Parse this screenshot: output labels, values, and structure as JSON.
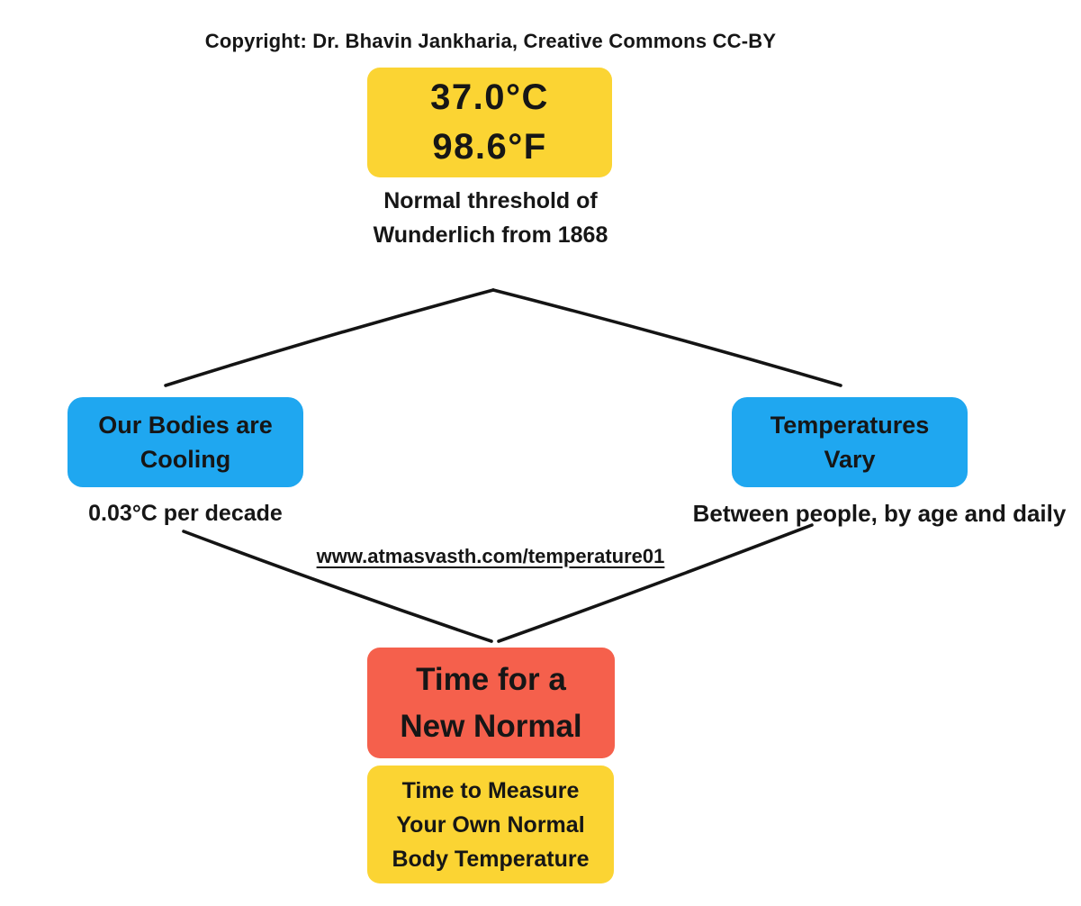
{
  "page": {
    "copyright": "Copyright: Dr. Bhavin Jankharia, Creative Commons CC-BY",
    "link_url": "www.atmasvasth.com/temperature01"
  },
  "colors": {
    "yellow": "#FBD433",
    "blue": "#1FA7F0",
    "red": "#F5604C",
    "ink": "#161616",
    "background": "#FFFFFF"
  },
  "diagram": {
    "threshold_box": {
      "value_celsius": "37.0°C",
      "value_fahrenheit": "98.6°F",
      "caption": "Normal threshold of Wunderlich from 1868"
    },
    "cooling_box": {
      "label": "Our Bodies are Cooling",
      "caption": "0.03°C per decade"
    },
    "vary_box": {
      "label": "Temperatures Vary",
      "caption": "Between people, by age and daily"
    },
    "new_normal_box": {
      "label": "Time for a New Normal"
    },
    "measure_box": {
      "label": "Time to Measure Your Own Normal Body Temperature"
    }
  }
}
